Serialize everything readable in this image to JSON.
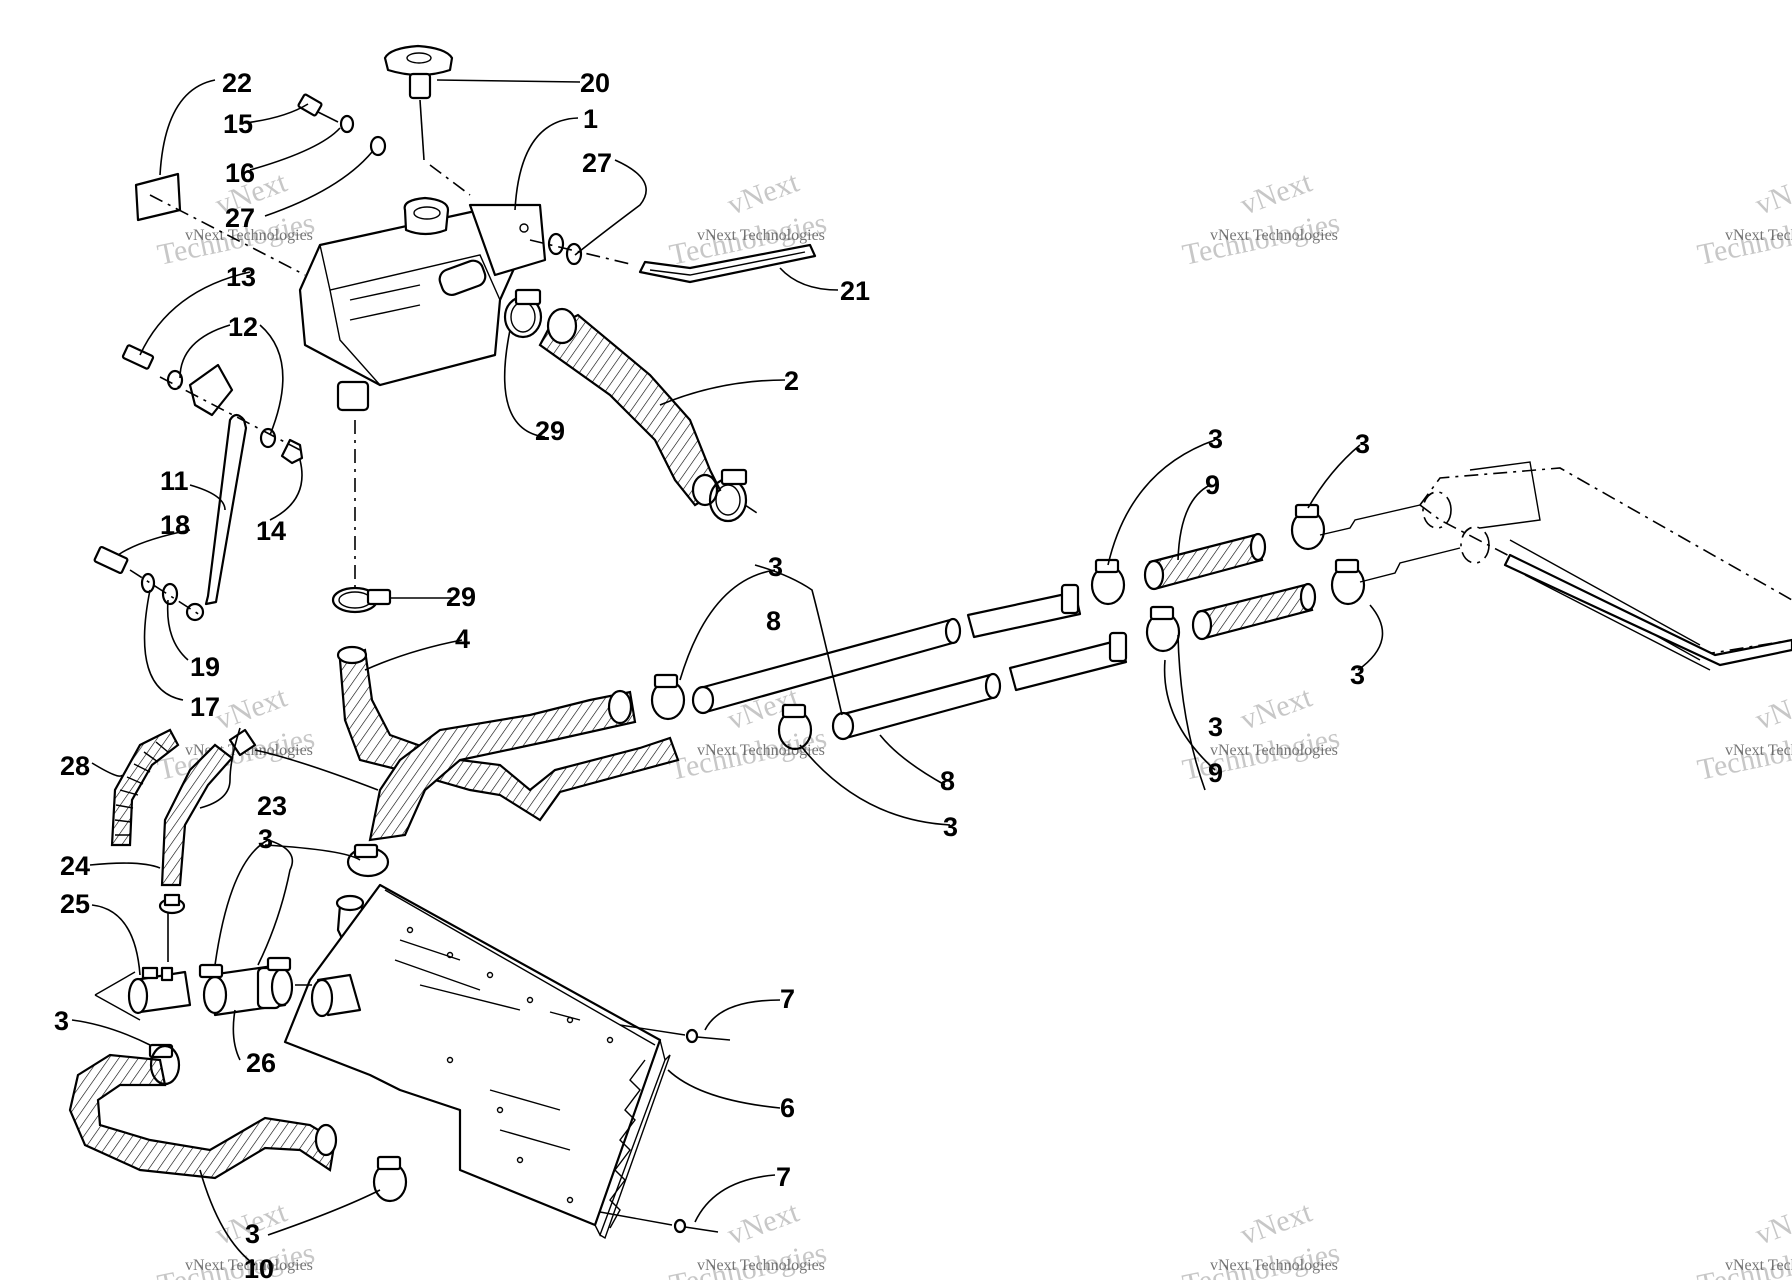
{
  "callouts": {
    "c1": "1",
    "c2": "2",
    "c3": "3",
    "c4": "4",
    "c6": "6",
    "c7": "7",
    "c8": "8",
    "c9": "9",
    "c10": "10",
    "c11": "11",
    "c12": "12",
    "c13": "13",
    "c14": "14",
    "c15": "15",
    "c16": "16",
    "c17": "17",
    "c18": "18",
    "c19": "19",
    "c20": "20",
    "c21": "21",
    "c22": "22",
    "c23": "23",
    "c24": "24",
    "c25": "25",
    "c26": "26",
    "c27": "27",
    "c28": "28",
    "c29": "29"
  },
  "watermark": {
    "brand": "vNext",
    "word": "Technologies",
    "line": "vNext Technologies"
  }
}
